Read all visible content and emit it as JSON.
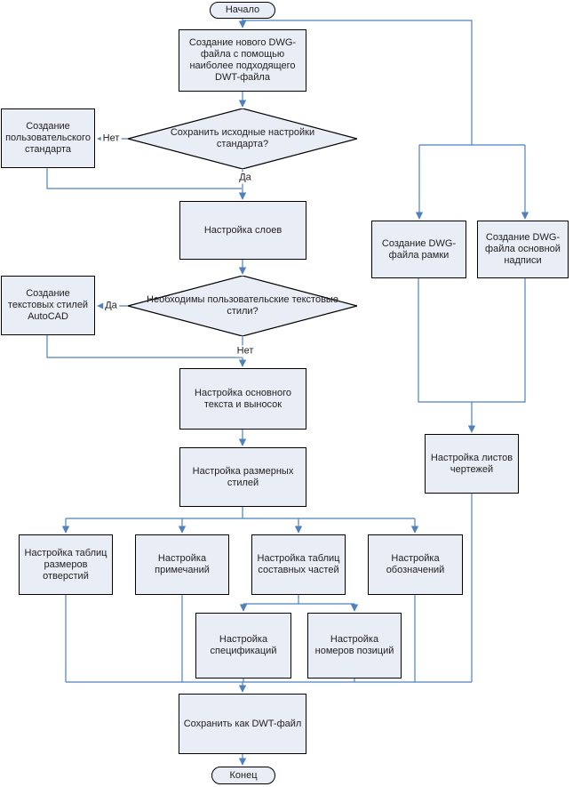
{
  "diagram": {
    "type": "flowchart",
    "language": "ru",
    "topic": "AutoCAD DWT template creation workflow"
  },
  "nodes": {
    "start": {
      "label": "Начало",
      "shape": "terminator"
    },
    "create_new_dwg": {
      "label": "Создание нового DWG-файла с помощью наиболее подходящего DWT-файла",
      "shape": "process"
    },
    "create_user_standard": {
      "label": "Создание пользовательского стандарта",
      "shape": "process"
    },
    "decision_keep_standard": {
      "label": "Сохранить исходные настройки стандарта?",
      "shape": "decision"
    },
    "setup_layers": {
      "label": "Настройка слоев",
      "shape": "process"
    },
    "create_text_styles": {
      "label": "Создание текстовых стилей AutoCAD",
      "shape": "process"
    },
    "decision_text_styles": {
      "label": "Необходимы пользовательские текстовые стили?",
      "shape": "decision"
    },
    "setup_main_text": {
      "label": "Настройка основного текста и выносок",
      "shape": "process"
    },
    "setup_dim_styles": {
      "label": "Настройка размерных стилей",
      "shape": "process"
    },
    "setup_hole_tables": {
      "label": "Настройка таблиц размеров отверстий",
      "shape": "process"
    },
    "setup_notes": {
      "label": "Настройка примечаний",
      "shape": "process"
    },
    "setup_parts_tables": {
      "label": "Настройка таблиц составных частей",
      "shape": "process"
    },
    "setup_symbols": {
      "label": "Настройка обозначений",
      "shape": "process"
    },
    "setup_specs": {
      "label": "Настройка спецификаций",
      "shape": "process"
    },
    "setup_item_numbers": {
      "label": "Настройка номеров позиций",
      "shape": "process"
    },
    "create_dwg_frame": {
      "label": "Создание DWG-файла рамки",
      "shape": "process"
    },
    "create_dwg_title": {
      "label": "Создание DWG-файла основной надписи",
      "shape": "process"
    },
    "setup_sheets": {
      "label": "Настройка листов чертежей",
      "shape": "process"
    },
    "save_dwt": {
      "label": "Сохранить как DWT-файл",
      "shape": "process"
    },
    "end": {
      "label": "Конец",
      "shape": "terminator"
    }
  },
  "edge_labels": {
    "keep_standard_no": "Нет",
    "keep_standard_yes": "Да",
    "text_styles_yes": "Да",
    "text_styles_no": "Нет"
  },
  "colors": {
    "node_fill": "#e9edf6",
    "node_border": "#000000",
    "connector": "#4f81bd",
    "text": "#1f1f1f",
    "background": "#ffffff"
  }
}
